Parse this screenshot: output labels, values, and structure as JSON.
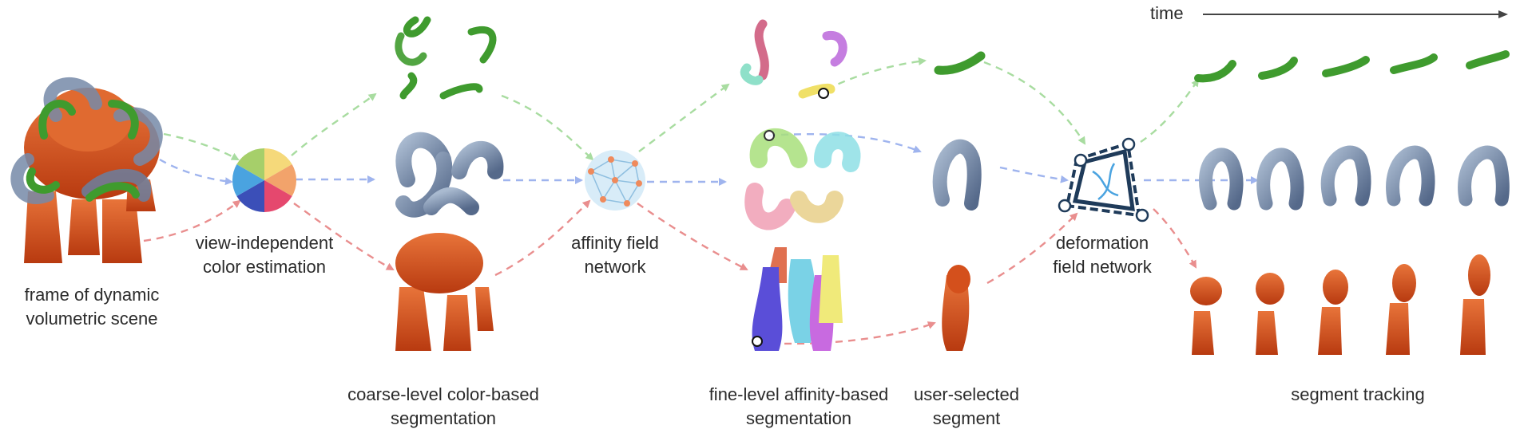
{
  "header": {
    "time_label": "time"
  },
  "stages": {
    "input": {
      "line1": "frame of dynamic",
      "line2": "volumetric scene"
    },
    "color_estimation": {
      "line1": "view-independent",
      "line2": "color estimation"
    },
    "coarse_segmentation": {
      "line1": "coarse-level color-based",
      "line2": "segmentation"
    },
    "affinity_network": {
      "line1": "affinity field",
      "line2": "network"
    },
    "fine_segmentation": {
      "line1": "fine-level affinity-based",
      "line2": "segmentation"
    },
    "user_segment": {
      "line1": "user-selected",
      "line2": "segment"
    },
    "deformation_network": {
      "line1": "deformation",
      "line2": "field network"
    },
    "tracking": {
      "line1": "segment tracking"
    }
  },
  "colors": {
    "green_flow": "#a8dca0",
    "blue_flow": "#9fb4ee",
    "red_flow": "#e98e8e",
    "green_segment": "#3f9b2e",
    "blue_segment": "#7a8fab",
    "orange_segment": "#d4501c",
    "network_node": "#ef8a5c",
    "network_fill": "#d8ecf8",
    "deformation_frame": "#1f3b5a",
    "timeline": "#444444"
  },
  "icons": {
    "color_wheel": "color-wheel-icon",
    "affinity_graph": "affinity-network-icon",
    "deformation": "deformation-field-icon"
  }
}
